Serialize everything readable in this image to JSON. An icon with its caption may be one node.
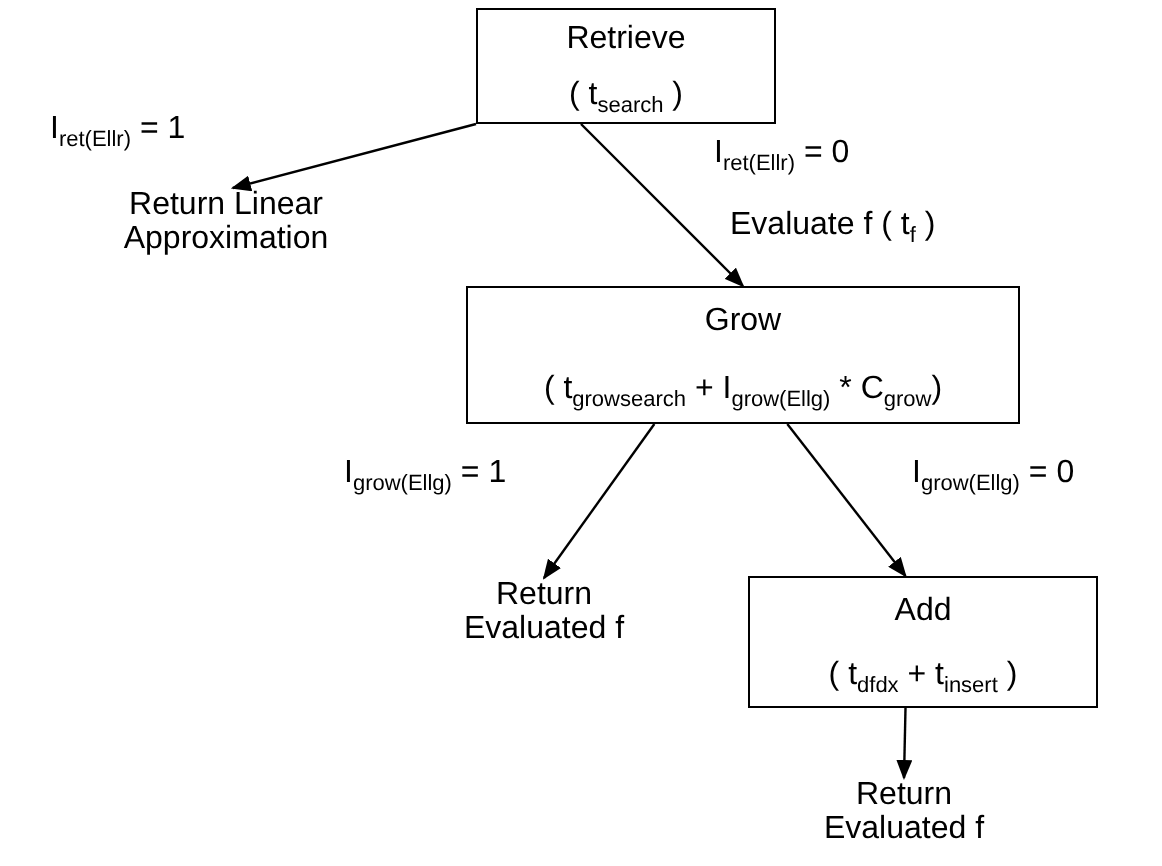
{
  "diagram": {
    "nodes": [
      {
        "text": [
          "Retrieve",
          "( t$_{search}$ )"
        ]
      },
      {
        "text": [
          "Return Linear Approximation"
        ]
      },
      {
        "text": [
          "Grow",
          "( t$_{growsearch}$ + I$_{grow(Ellg)}$ * C$_{grow}$)"
        ]
      },
      {
        "text": [
          "Return Evaluated f"
        ]
      },
      {
        "text": [
          "Add",
          "( t$_{dfdx}$ + t$_{insert}$ )"
        ]
      },
      {
        "text": [
          "Return Evaluated f"
        ]
      }
    ],
    "edges": [
      {
        "from": 0,
        "to": 1,
        "arrow": "to",
        "label": "I$_{ret(Ellr)}$ = 1"
      },
      {
        "from": 0,
        "to": 2,
        "arrow": "to",
        "label": "I$_{ret(Ellr)}$ = 0"
      },
      {
        "from": 2,
        "to": 3,
        "arrow": "to",
        "label": "I$_{grow(Ellg)}$ = 1"
      },
      {
        "from": 2,
        "to": 4,
        "arrow": "to",
        "label": "I$_{grow(Ellg)}$ = 0"
      },
      {
        "from": 4,
        "to": 5,
        "arrow": "to"
      }
    ],
    "labels": [
      "Evaluate f ( t$_{f}$ )"
    ]
  }
}
